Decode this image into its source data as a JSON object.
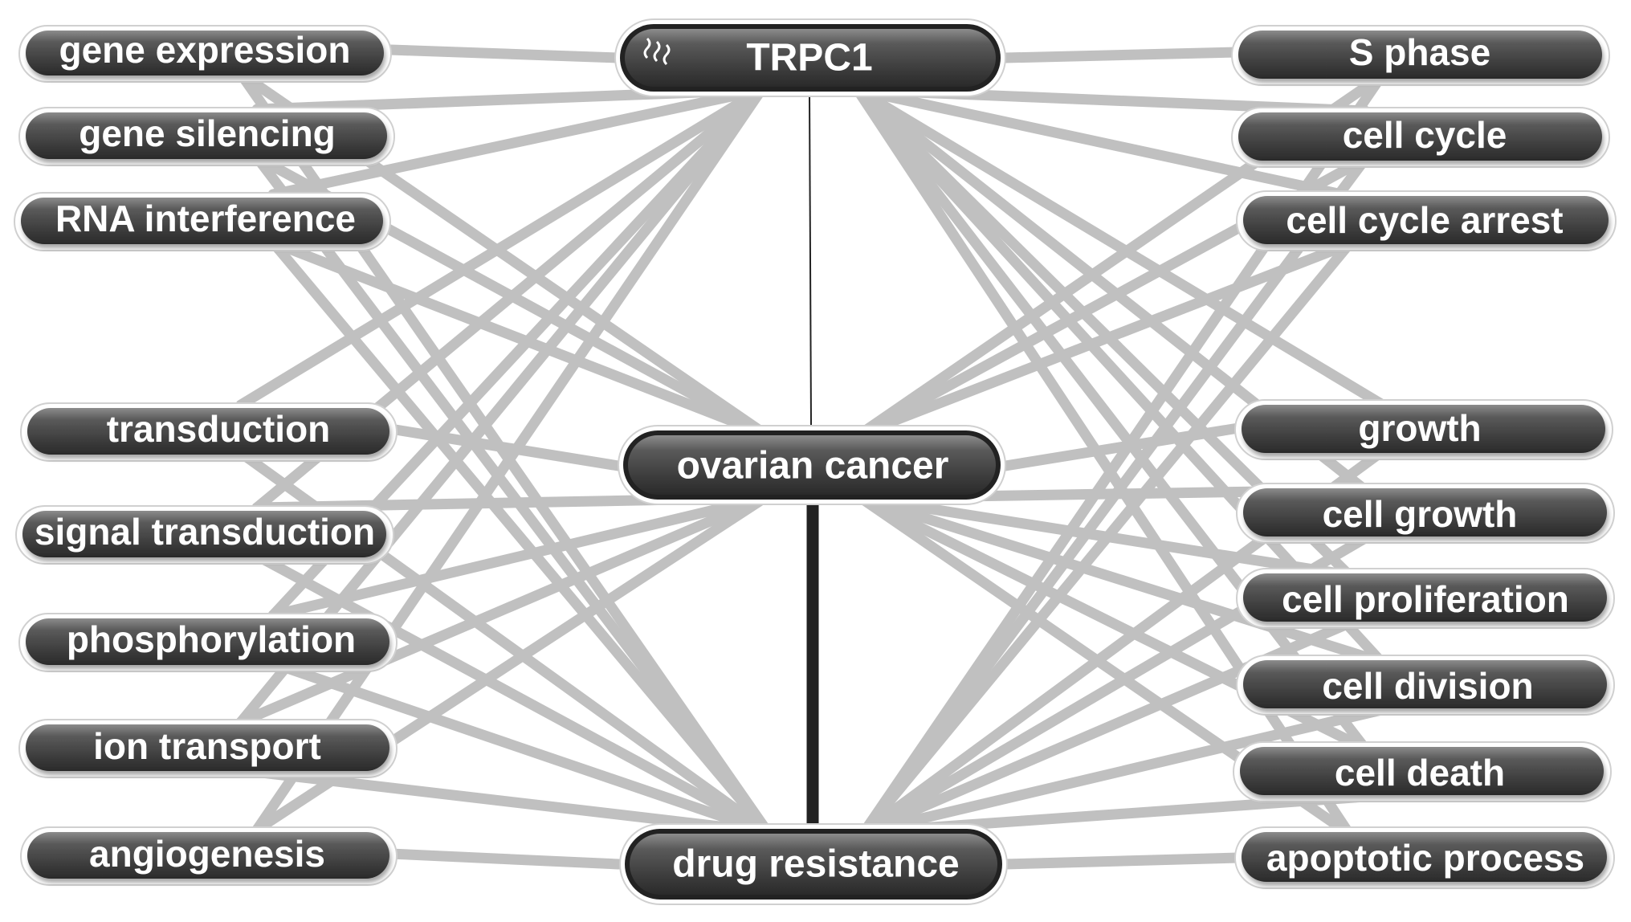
{
  "hub_nodes": {
    "trpc1": "TRPC1",
    "ovarian_cancer": "ovarian cancer",
    "drug_resistance": "drug resistance"
  },
  "left_terms": [
    "gene expression",
    "gene silencing",
    "RNA interference",
    "transduction",
    "signal transduction",
    "phosphorylation",
    "ion transport",
    "angiogenesis"
  ],
  "right_terms": [
    "S phase",
    "cell cycle",
    "cell cycle arrest",
    "growth",
    "cell growth",
    "cell proliferation",
    "cell division",
    "cell death",
    "apoptotic process"
  ],
  "colors": {
    "edge": "#c0c0c0",
    "pill_fill": "#4a4a4a",
    "strong_edge": "#222222"
  }
}
